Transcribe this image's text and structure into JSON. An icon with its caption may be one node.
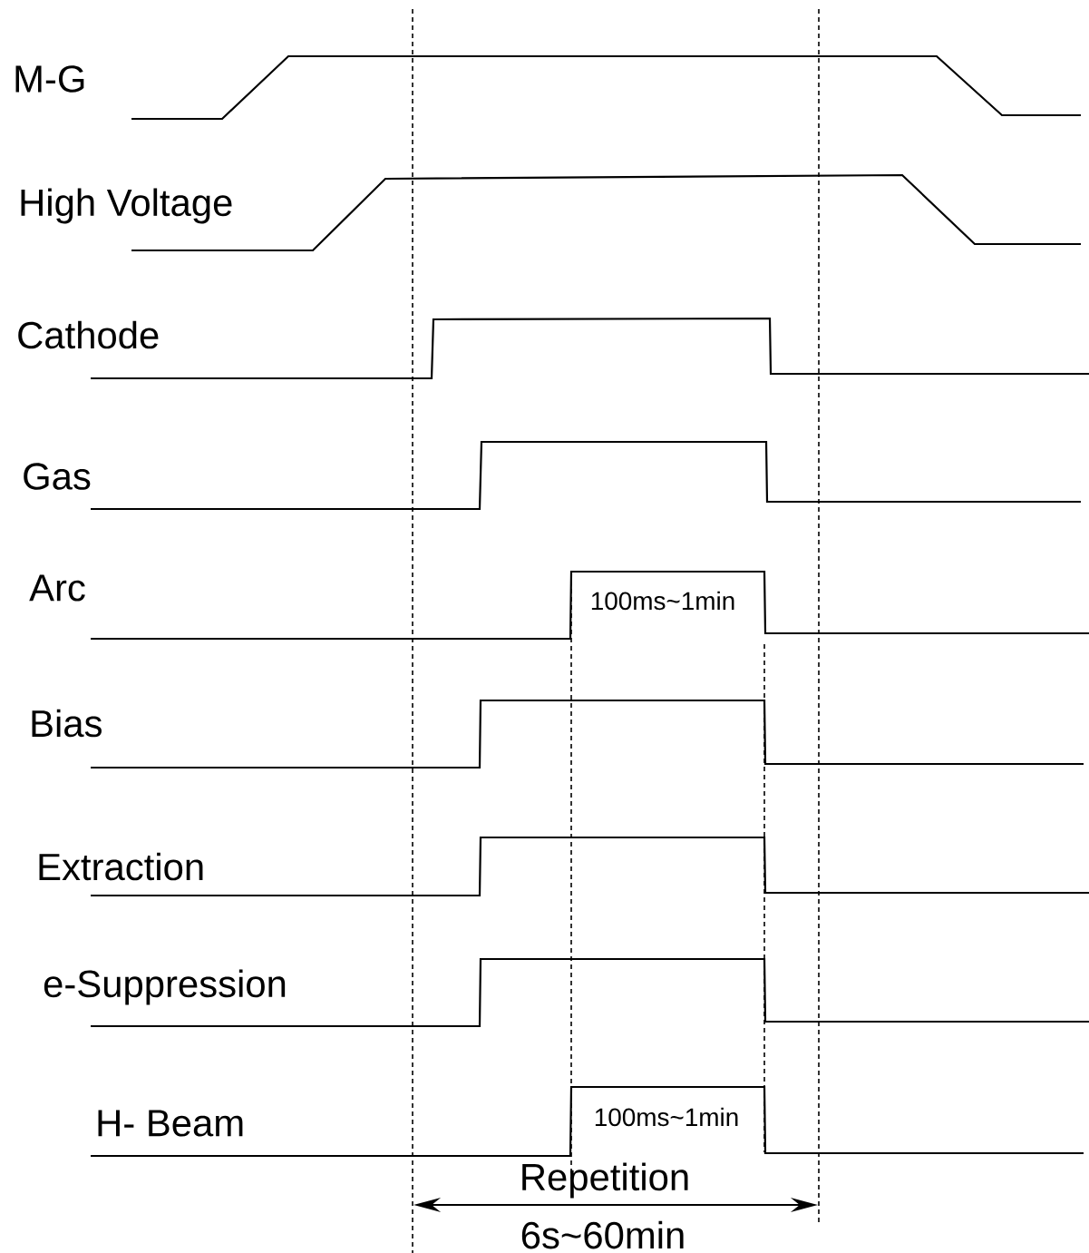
{
  "diagram": {
    "labels": [
      "M-G",
      "High Voltage",
      "Cathode",
      "Gas",
      "Arc",
      "100ms~1min",
      "Bias",
      "Extraction",
      "e-Suppression",
      "H- Beam",
      "100ms~1min",
      "Repetition",
      "6s~60min"
    ]
  }
}
